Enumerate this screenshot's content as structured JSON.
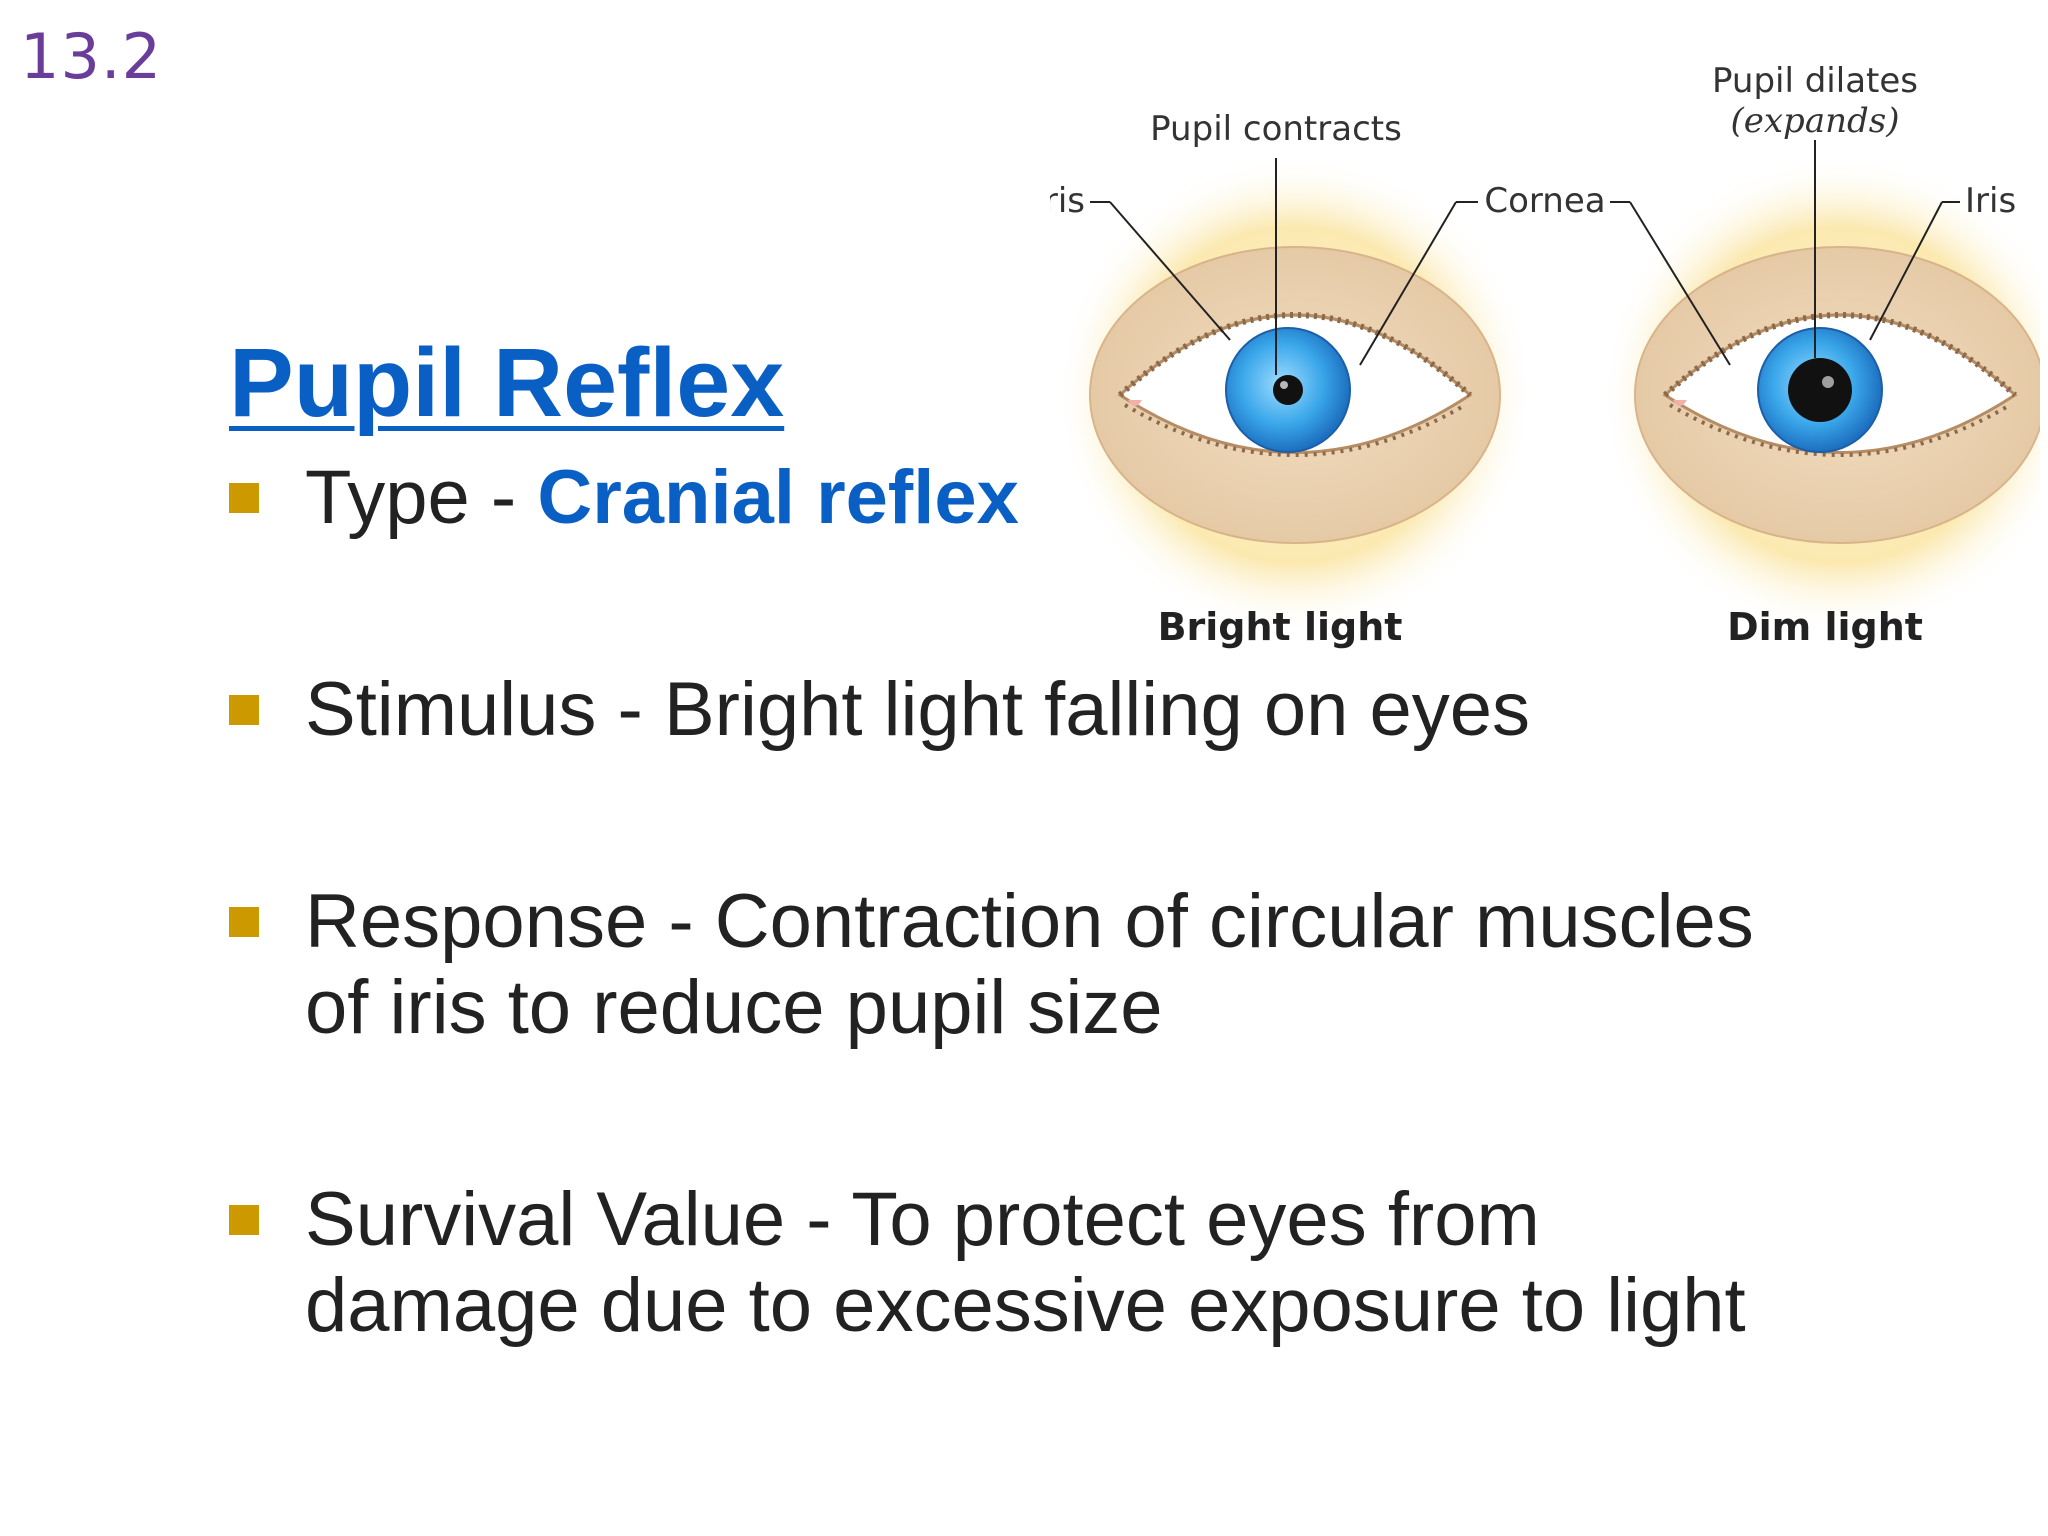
{
  "section_number": "13.2",
  "title": "Pupil Reflex",
  "bullets": [
    {
      "label": "Type - ",
      "highlight": "Cranial reflex"
    },
    {
      "text": "Stimulus - Bright light falling on eyes"
    },
    {
      "line1": "Response - Contraction of circular muscles",
      "line2": "of iris to reduce pupil size"
    },
    {
      "line1": "Survival Value - To protect eyes from",
      "line2": "damage due to excessive exposure to light"
    }
  ],
  "diagram": {
    "left_eye": {
      "iris_label": "Iris",
      "pupil_label": "Pupil contracts",
      "caption": "Bright light"
    },
    "cornea_label": "Cornea",
    "right_eye": {
      "pupil_label_line1": "Pupil dilates",
      "pupil_label_line2": "(expands)",
      "iris_label": "Iris",
      "caption": "Dim light"
    }
  },
  "colors": {
    "title": "#0a5fc4",
    "highlight": "#0a5fc4",
    "bullet_square": "#cc9900",
    "section_number": "#6a3d9a",
    "iris": "#2fa3e8"
  }
}
